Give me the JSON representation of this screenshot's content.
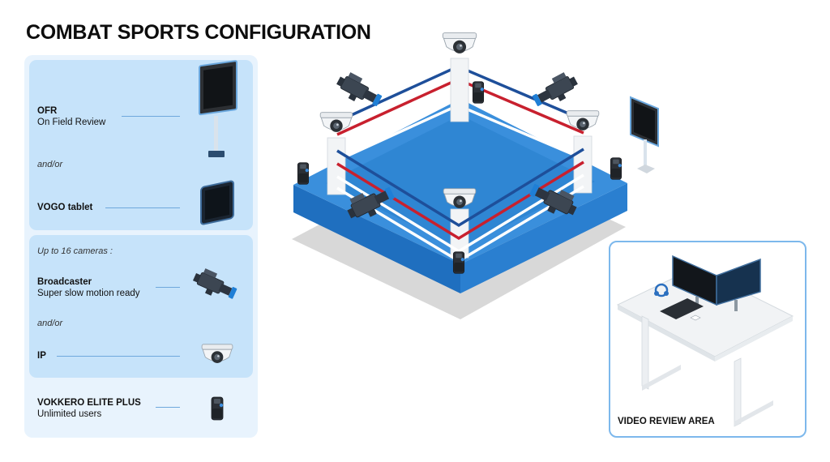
{
  "title": "COMBAT SPORTS CONFIGURATION",
  "legend": {
    "ofr": {
      "name": "OFR",
      "desc": "On Field Review"
    },
    "andor_1": "and/or",
    "tablet": {
      "name": "VOGO tablet"
    },
    "cameras_note": "Up to 16 cameras :",
    "broadcaster": {
      "name": "Broadcaster",
      "desc": "Super slow motion ready"
    },
    "andor_2": "and/or",
    "ip": {
      "name": "IP"
    },
    "vokkero": {
      "name": "VOKKERO ELITE PLUS",
      "desc": "Unlimited users"
    }
  },
  "review_area": {
    "label": "VIDEO REVIEW AREA"
  },
  "colors": {
    "ring_mat": "#2f86d3",
    "ring_side": "#1f6fbf",
    "rope_red": "#c8202e",
    "rope_blue": "#1e4f9a",
    "panel_bg": "#e8f3fd",
    "card_bg": "#c6e3fa",
    "border_accent": "#7db8ec"
  },
  "icons": [
    "monitor-icon",
    "tablet-icon",
    "broadcast-camera-icon",
    "dome-camera-icon",
    "radio-headset-icon",
    "desk-workstation-icon"
  ]
}
